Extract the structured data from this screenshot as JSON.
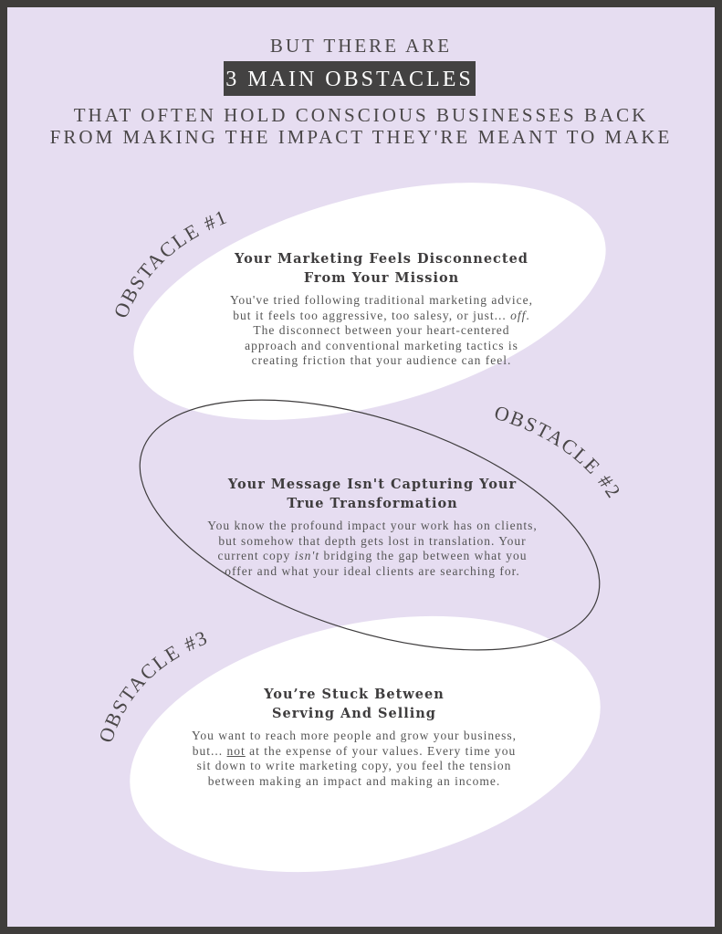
{
  "header": {
    "line1": "BUT THERE ARE",
    "badge": "3 MAIN OBSTACLES",
    "line2": "THAT OFTEN HOLD CONSCIOUS BUSINESSES BACK",
    "line3": "FROM MAKING THE IMPACT THEY'RE MEANT TO MAKE"
  },
  "colors": {
    "background": "#e6ddf1",
    "frame": "#3f3d3b",
    "badge": "#434242",
    "bubble": "#ffffff"
  },
  "obstacles": [
    {
      "label": "OBSTACLE #1",
      "title1": "Your Marketing Feels Disconnected",
      "title2": "From Your Mission",
      "lines": [
        [
          {
            "t": "You've tried following traditional marketing advice,"
          }
        ],
        [
          {
            "t": "but it feels too aggressive, too salesy, or just... "
          },
          {
            "t": "off",
            "s": "it"
          },
          {
            "t": "."
          }
        ],
        [
          {
            "t": "The disconnect between your heart-centered"
          }
        ],
        [
          {
            "t": "approach and conventional marketing tactics is"
          }
        ],
        [
          {
            "t": "creating friction that your audience can feel."
          }
        ]
      ]
    },
    {
      "label": "OBSTACLE #2",
      "title1": "Your Message Isn't Capturing Your",
      "title2": "True Transformation",
      "lines": [
        [
          {
            "t": "You know the profound impact your work has on clients,"
          }
        ],
        [
          {
            "t": "but somehow that depth gets lost in translation. Your"
          }
        ],
        [
          {
            "t": "current copy "
          },
          {
            "t": "isn't",
            "s": "it"
          },
          {
            "t": " bridging the gap between what you"
          }
        ],
        [
          {
            "t": "offer and what your ideal clients are searching for."
          }
        ]
      ]
    },
    {
      "label": "OBSTACLE #3",
      "title1": "You’re Stuck Between",
      "title2": "Serving And Selling",
      "lines": [
        [
          {
            "t": "You want to reach more people and grow your business,"
          }
        ],
        [
          {
            "t": "but... "
          },
          {
            "t": "not",
            "s": "ul"
          },
          {
            "t": " at the expense of your values. Every time you"
          }
        ],
        [
          {
            "t": "sit down to write marketing copy, you feel the tension"
          }
        ],
        [
          {
            "t": "between making an impact and making an income."
          }
        ]
      ]
    }
  ]
}
